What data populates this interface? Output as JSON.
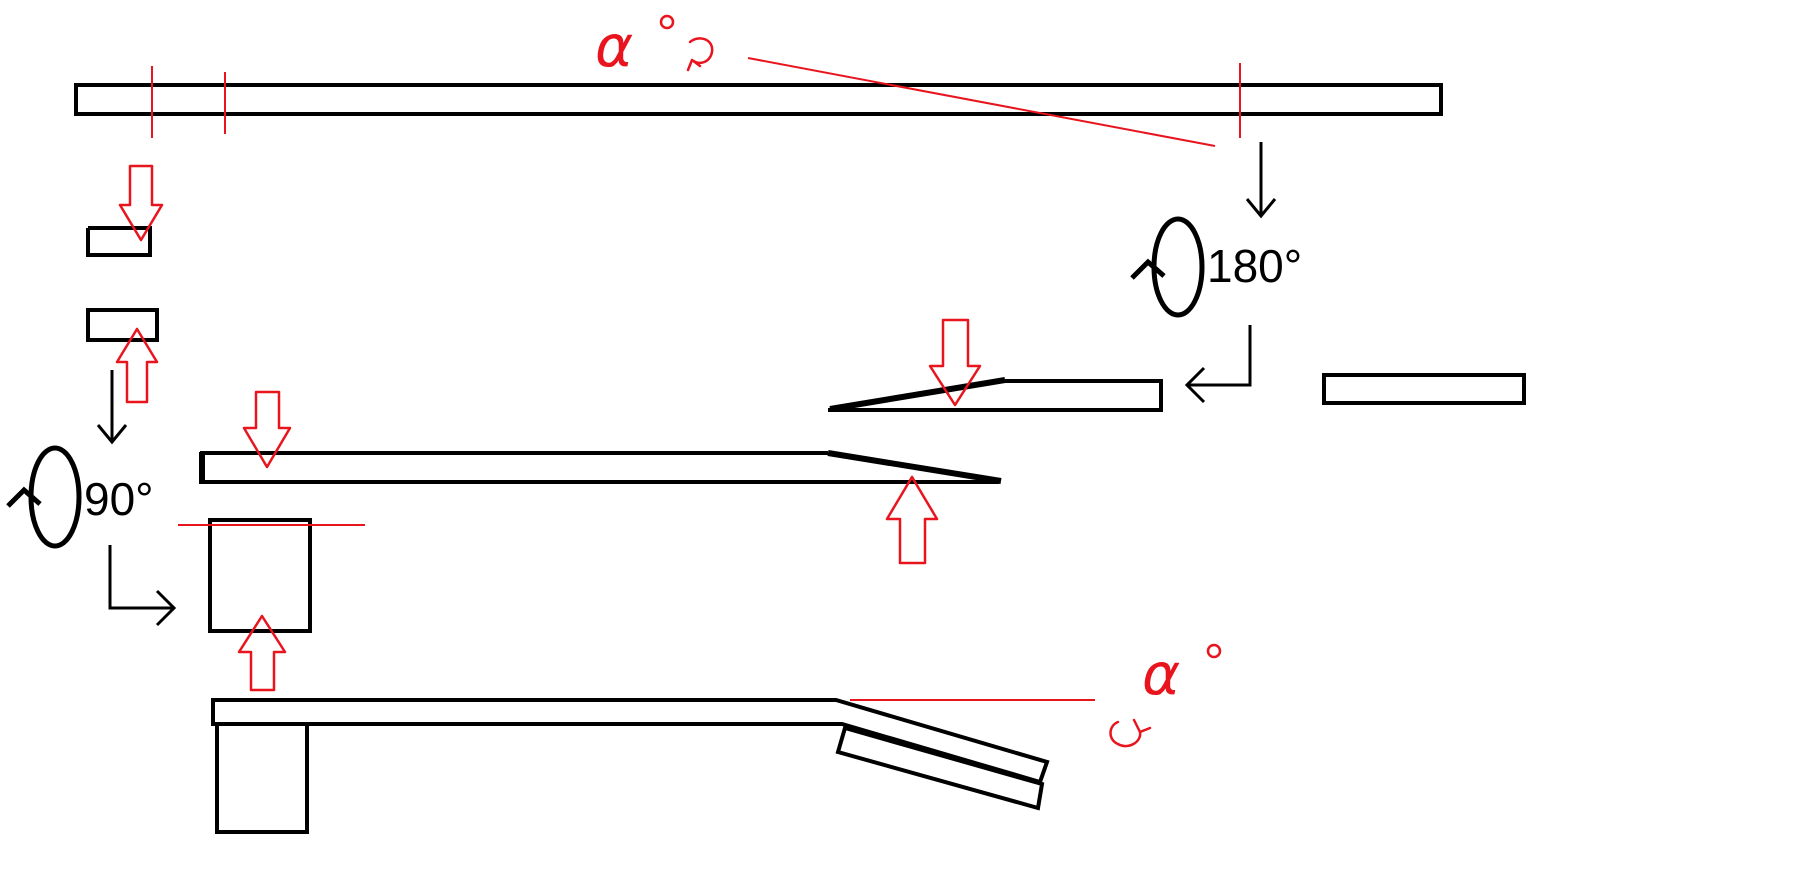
{
  "labels": {
    "rotation_180": "180°",
    "rotation_90": "90°",
    "angle_top": "α",
    "angle_bottom": "α"
  },
  "colors": {
    "outline": "#000000",
    "markup": "#e8141e",
    "background": "#ffffff"
  }
}
